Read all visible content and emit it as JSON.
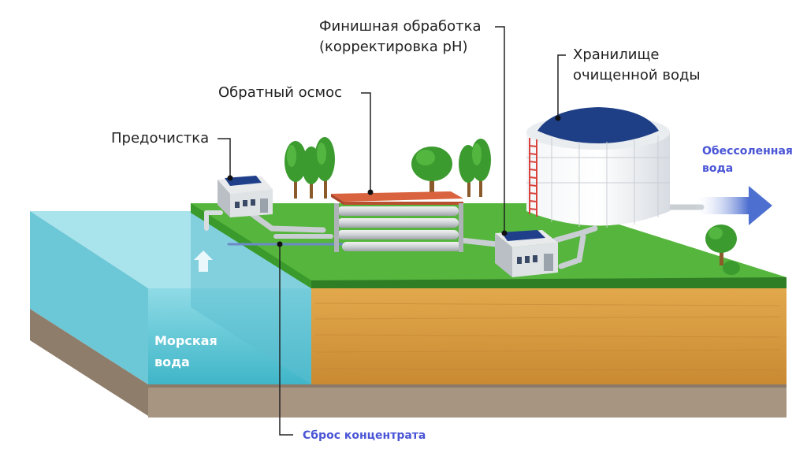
{
  "labels": {
    "pretreatment": "Предочистка",
    "reverse_osmosis": "Обратный осмос",
    "finishing_line1": "Финишная обработка",
    "finishing_line2": "(корректировка pH)",
    "storage_line1": "Хранилище",
    "storage_line2": "очищенной воды",
    "desalinated_line1": "Обессоленная",
    "desalinated_line2": "вода",
    "seawater_line1": "Морская",
    "seawater_line2": "вода",
    "brine_discharge": "Сброс концентрата"
  },
  "colors": {
    "sea": "#7fd3e0",
    "grass": "#4fae3a",
    "soil": "#d99a3e",
    "bedrock": "#a38f7b",
    "tank_roof": "#1e3f86",
    "label_blue": "#4a55d6"
  }
}
